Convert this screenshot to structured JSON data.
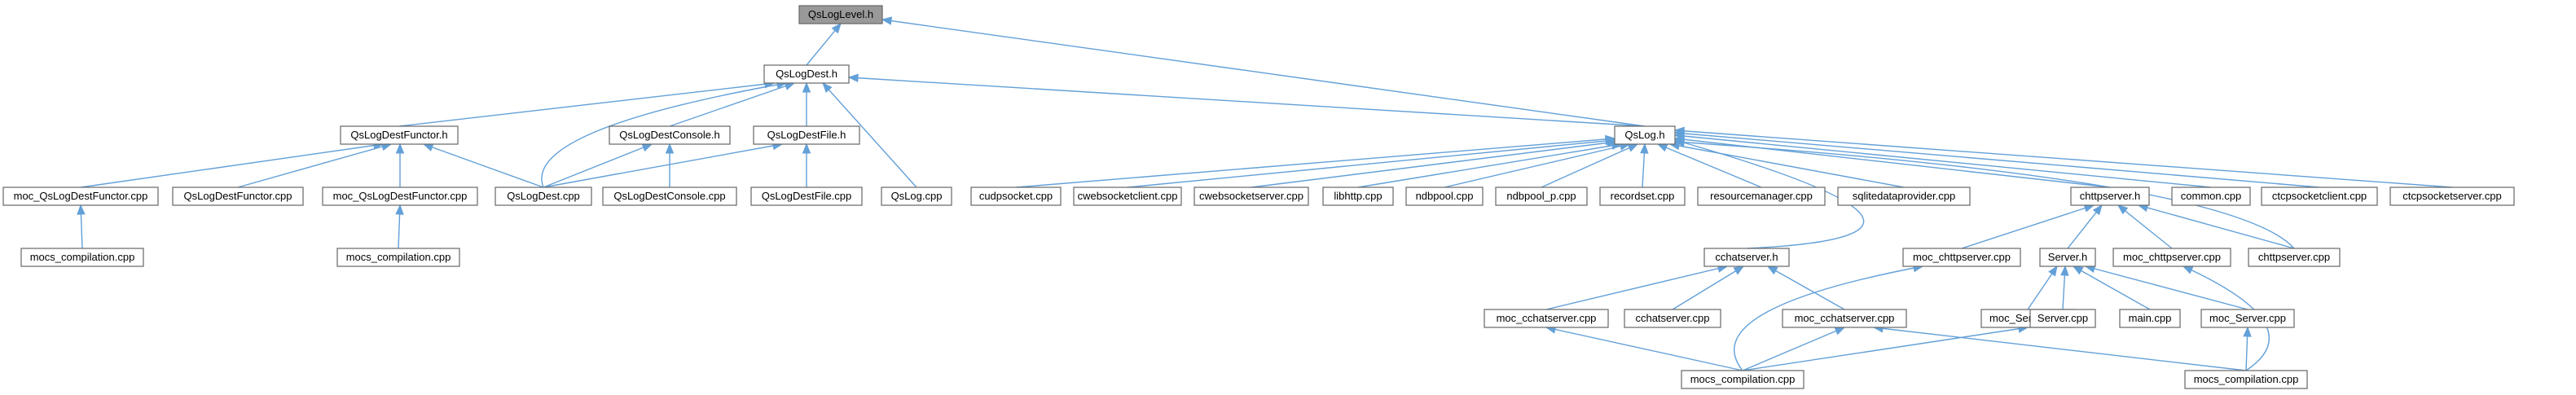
{
  "nodes": {
    "qslevel_h": "QsLogLevel.h",
    "qsdest_h": "QsLogDest.h",
    "qsfunctor_h": "QsLogDestFunctor.h",
    "qsconsole_h": "QsLogDestConsole.h",
    "qsfile_h": "QsLogDestFile.h",
    "qslog_h": "QsLog.h",
    "moc_qsfunctor_1": "moc_QsLogDestFunctor.cpp",
    "qsfunctor_cpp": "QsLogDestFunctor.cpp",
    "moc_qsfunctor_2": "moc_QsLogDestFunctor.cpp",
    "qsdest_cpp": "QsLogDest.cpp",
    "qsconsole_cpp": "QsLogDestConsole.cpp",
    "qsfile_cpp": "QsLogDestFile.cpp",
    "qslog_cpp": "QsLog.cpp",
    "mocs_1": "mocs_compilation.cpp",
    "mocs_2": "mocs_compilation.cpp",
    "cudpsocket": "cudpsocket.cpp",
    "cwebsocketclient": "cwebsocketclient.cpp",
    "cwebsocketserver": "cwebsocketserver.cpp",
    "libhttp": "libhttp.cpp",
    "ndbpool": "ndbpool.cpp",
    "ndbpool_p": "ndbpool_p.cpp",
    "recordset": "recordset.cpp",
    "resourcemanager": "resourcemanager.cpp",
    "sqlitedataprovider": "sqlitedataprovider.cpp",
    "chttpserver_h": "chttpserver.h",
    "common": "common.cpp",
    "ctcpsocketclient": "ctcpsocketclient.cpp",
    "ctcpsocketserver": "ctcpsocketserver.cpp",
    "cchatserver_h": "cchatserver.h",
    "moc_chttpserver_1": "moc_chttpserver.cpp",
    "server_h": "Server.h",
    "moc_chttpserver_2": "moc_chttpserver.cpp",
    "chttpserver_cpp": "chttpserver.cpp",
    "moc_cchatserver_1": "moc_cchatserver.cpp",
    "cchatserver_cpp": "cchatserver.cpp",
    "moc_cchatserver_2": "moc_cchatserver.cpp",
    "moc_server_1": "moc_Server.cpp",
    "server_cpp": "Server.cpp",
    "main_cpp": "main.cpp",
    "moc_server_2": "moc_Server.cpp",
    "mocs_3": "mocs_compilation.cpp",
    "mocs_4": "mocs_compilation.cpp"
  },
  "colors": {
    "edge": "#63a0d8",
    "root_fill": "#999999",
    "node_border": "#666666",
    "node_fill": "#ffffff"
  }
}
